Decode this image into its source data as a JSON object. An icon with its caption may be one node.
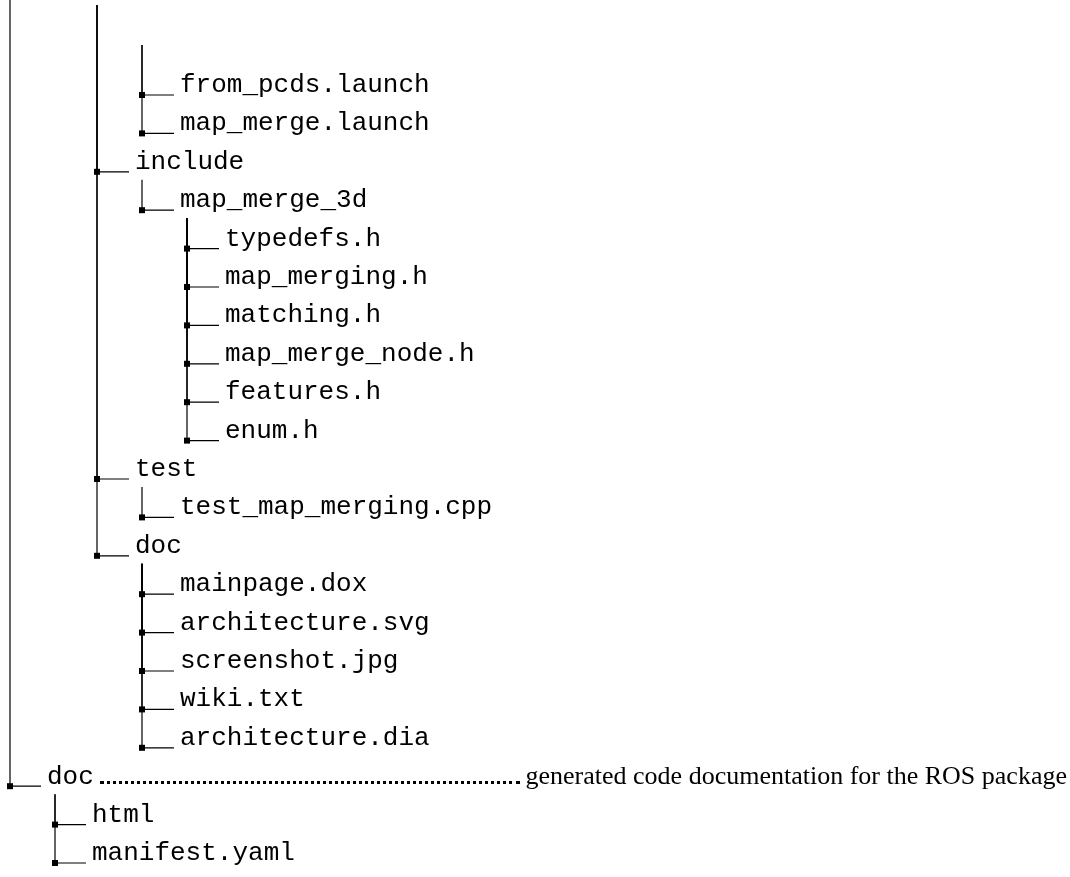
{
  "diagram": {
    "nodes": [
      {
        "text": [
          "from_pcds.launch"
        ]
      },
      {
        "text": [
          "map_merge.launch"
        ]
      },
      {
        "text": [
          "include"
        ]
      },
      {
        "text": [
          "map_merge_3d"
        ]
      },
      {
        "text": [
          "typedefs.h"
        ]
      },
      {
        "text": [
          "map_merging.h"
        ]
      },
      {
        "text": [
          "matching.h"
        ]
      },
      {
        "text": [
          "map_merge_node.h"
        ]
      },
      {
        "text": [
          "features.h"
        ]
      },
      {
        "text": [
          "enum.h"
        ]
      },
      {
        "text": [
          "test"
        ]
      },
      {
        "text": [
          "test_map_merging.cpp"
        ]
      },
      {
        "text": [
          "doc"
        ]
      },
      {
        "text": [
          "mainpage.dox"
        ]
      },
      {
        "text": [
          "architecture.svg"
        ]
      },
      {
        "text": [
          "screenshot.jpg"
        ]
      },
      {
        "text": [
          "wiki.txt"
        ]
      },
      {
        "text": [
          "architecture.dia"
        ]
      },
      {
        "text": [
          "doc"
        ],
        "beside": [
          "generated code documentation for the ROS package"
        ]
      },
      {
        "text": [
          "html"
        ]
      },
      {
        "text": [
          "manifest.yaml"
        ]
      }
    ],
    "edges": [
      {
        "from": null,
        "to": 0,
        "arrow": "none"
      },
      {
        "from": null,
        "to": 1,
        "arrow": "none"
      },
      {
        "from": null,
        "to": 2,
        "arrow": "none"
      },
      {
        "from": 2,
        "to": 3,
        "arrow": "none"
      },
      {
        "from": 3,
        "to": 4,
        "arrow": "none"
      },
      {
        "from": 3,
        "to": 5,
        "arrow": "none"
      },
      {
        "from": 3,
        "to": 6,
        "arrow": "none"
      },
      {
        "from": 3,
        "to": 7,
        "arrow": "none"
      },
      {
        "from": 3,
        "to": 8,
        "arrow": "none"
      },
      {
        "from": 3,
        "to": 9,
        "arrow": "none"
      },
      {
        "from": null,
        "to": 10,
        "arrow": "none"
      },
      {
        "from": 10,
        "to": 11,
        "arrow": "none"
      },
      {
        "from": null,
        "to": 12,
        "arrow": "none"
      },
      {
        "from": 12,
        "to": 13,
        "arrow": "none"
      },
      {
        "from": 12,
        "to": 14,
        "arrow": "none"
      },
      {
        "from": 12,
        "to": 15,
        "arrow": "none"
      },
      {
        "from": 12,
        "to": 16,
        "arrow": "none"
      },
      {
        "from": 12,
        "to": 17,
        "arrow": "none"
      },
      {
        "from": null,
        "to": 18,
        "arrow": "none"
      },
      {
        "from": 18,
        "to": 19,
        "arrow": "none"
      },
      {
        "from": 18,
        "to": 20,
        "arrow": "none"
      }
    ]
  }
}
